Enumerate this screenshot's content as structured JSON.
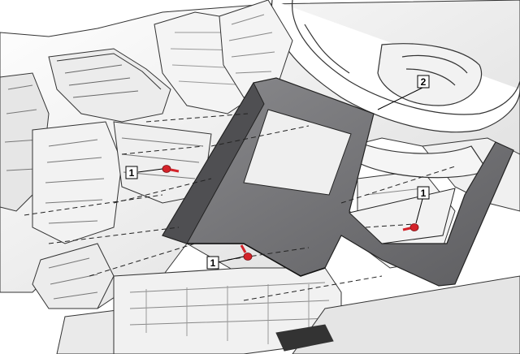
{
  "diagram": {
    "callouts": [
      {
        "id": "fastener-left",
        "label": "1"
      },
      {
        "id": "fastener-center",
        "label": "1"
      },
      {
        "id": "fastener-right",
        "label": "1"
      },
      {
        "id": "console-trim-panel",
        "label": "2"
      }
    ],
    "colors": {
      "trim_panel": "#77777a",
      "trim_panel_dark": "#4a4a4d",
      "fastener": "#d4232a",
      "background_parts": "#eeeeee",
      "line": "#333333"
    }
  }
}
